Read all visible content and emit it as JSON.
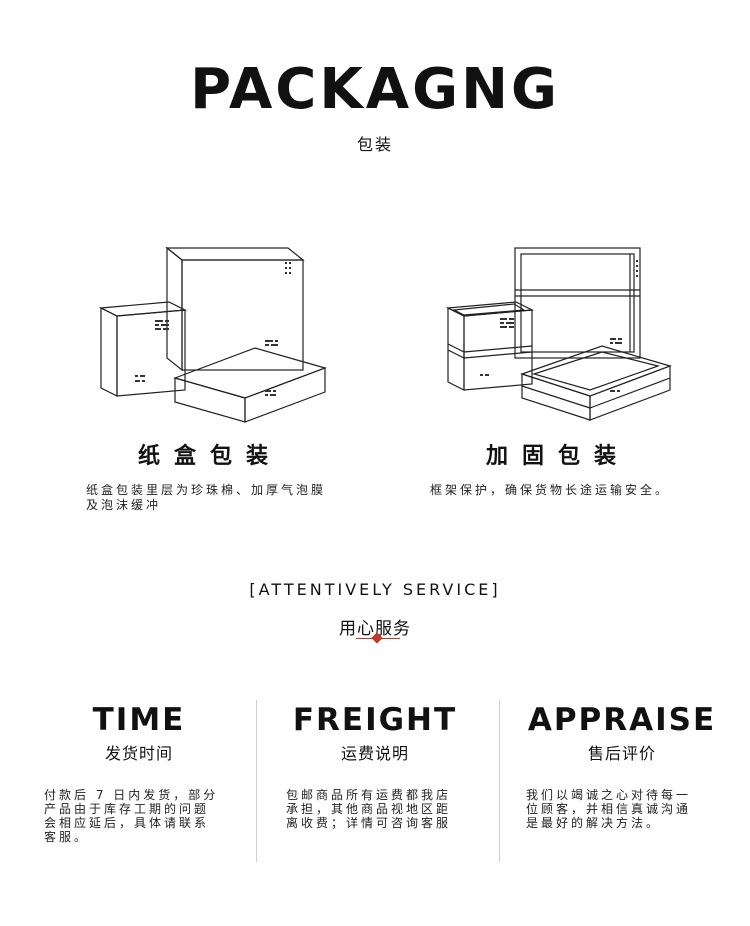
{
  "header": {
    "title": "PACKAGNG",
    "subtitle": "包装"
  },
  "packaging": [
    {
      "label": "纸盒包装",
      "desc_lines": [
        "纸盒包装里层为珍珠棉、加厚气泡膜",
        "及泡沫缓冲"
      ]
    },
    {
      "label": "加固包装",
      "desc_lines": [
        "框架保护，确保货物长途运输安全。"
      ]
    }
  ],
  "service": {
    "title_en": "[ATTENTIVELY SERVICE]",
    "title_cn": "用心服务",
    "accent_color": "#c0392b"
  },
  "columns": [
    {
      "title_en": "TIME",
      "title_cn": "发货时间",
      "desc_lines": [
        "付款后 7 日内发货，部分",
        "产品由于库存工期的问题",
        "会相应延后，具体请联系",
        "客服。"
      ]
    },
    {
      "title_en": "FREIGHT",
      "title_cn": "运费说明",
      "desc_lines": [
        "包邮商品所有运费都我店",
        "承担，其他商品视地区距",
        "离收费；详情可咨询客服"
      ]
    },
    {
      "title_en": "APPRAISE",
      "title_cn": "售后评价",
      "desc_lines": [
        "我们以竭诚之心对待每一",
        "位顾客，并相信真诚沟通",
        "是最好的解决方法。"
      ]
    }
  ]
}
